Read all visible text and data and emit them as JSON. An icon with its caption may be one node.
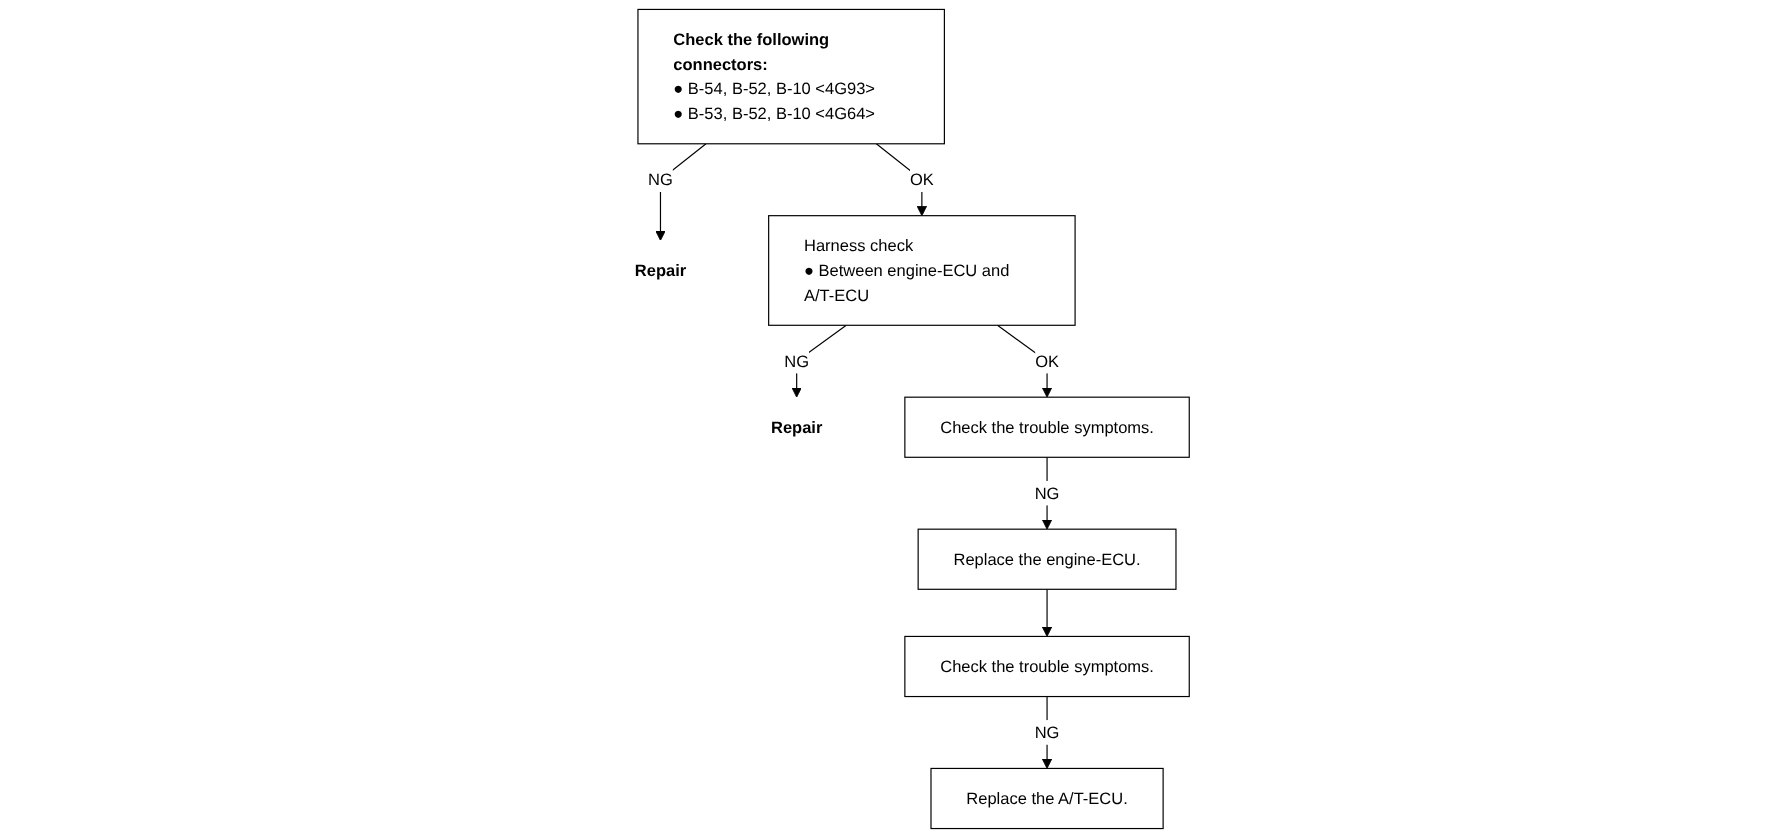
{
  "diagram": {
    "nodes": [
      {
        "text": [
          "Check the following connectors:",
          "● B-54, B-52, B-10 <4G93>",
          "● B-53, B-52, B-10 <4G64>"
        ]
      },
      {
        "text": [
          "Repair"
        ]
      },
      {
        "text": [
          "Harness check",
          "● Between engine-ECU and A/T-ECU"
        ]
      },
      {
        "text": [
          "Repair"
        ]
      },
      {
        "text": [
          "Check the trouble symptoms."
        ]
      },
      {
        "text": [
          "Replace the engine-ECU."
        ]
      },
      {
        "text": [
          "Check the trouble symptoms."
        ]
      },
      {
        "text": [
          "Replace the A/T-ECU."
        ]
      }
    ],
    "edges": [
      {
        "from": 0,
        "to": 1,
        "arrow": "to",
        "label": "NG"
      },
      {
        "from": 0,
        "to": 2,
        "arrow": "to",
        "label": "OK"
      },
      {
        "from": 2,
        "to": 3,
        "arrow": "to",
        "label": "NG"
      },
      {
        "from": 2,
        "to": 4,
        "arrow": "to",
        "label": "OK"
      },
      {
        "from": 4,
        "to": 5,
        "arrow": "to",
        "label": "NG"
      },
      {
        "from": 5,
        "to": 6,
        "arrow": "to"
      },
      {
        "from": 6,
        "to": 7,
        "arrow": "to",
        "label": "NG"
      }
    ]
  }
}
